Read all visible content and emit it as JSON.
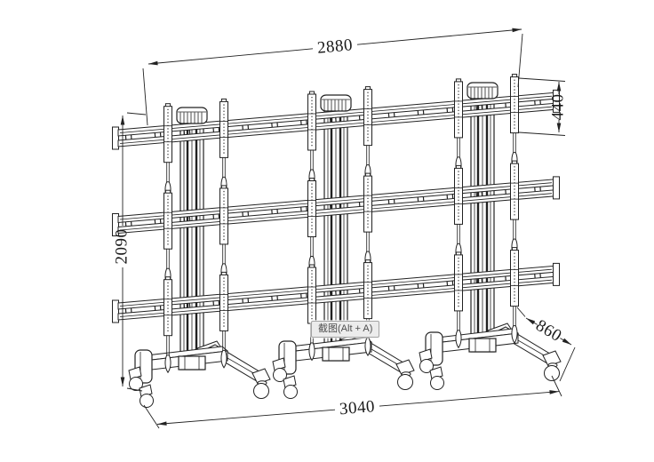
{
  "drawing": {
    "title": "video-wall-trolley-dimension-drawing",
    "dimensions": {
      "top_width": "2880",
      "bracket_height": "440",
      "total_height": "2090",
      "base_width": "3040",
      "base_depth": "860"
    },
    "tooltip_label": "截图(Alt + A)",
    "colors": {
      "line": "#222222",
      "background": "#ffffff",
      "tooltip_bg": "#ececec",
      "tooltip_border": "#a3a3a3",
      "tooltip_text": "#4d4d4d"
    }
  }
}
